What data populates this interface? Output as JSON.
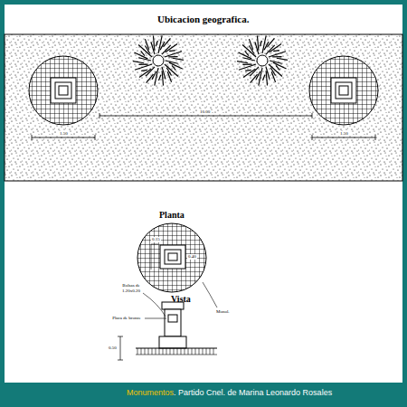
{
  "diagram": {
    "title": "Ubicacion geografica.",
    "labels": [
      "10.00",
      "1.50",
      "1.50",
      "Planta",
      "0.15",
      "0.40",
      "Vista",
      "Bolsas de 1.20x0.20",
      "Monol.",
      "Placa de bronce",
      "0.50",
      "Monumentos",
      ". Partido Cnel. de Marina Leonardo Rosales"
    ]
  }
}
